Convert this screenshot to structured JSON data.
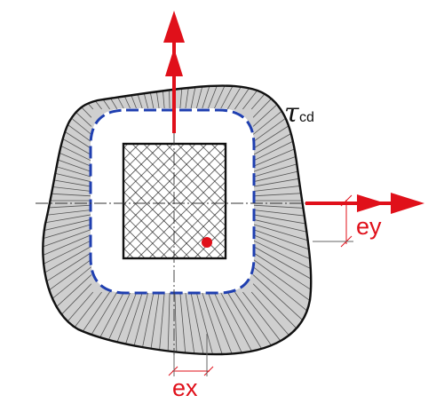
{
  "labels": {
    "tau_symbol": "τ",
    "tau_subscript": "cd",
    "ex": "ex",
    "ey": "ey"
  },
  "colors": {
    "shear_fill": "#cfcfcf",
    "outline": "#111111",
    "control_perimeter": "#1f3fb0",
    "arrow": "#e0101a",
    "load_point": "#e0101a",
    "hatch": "#222222"
  }
}
